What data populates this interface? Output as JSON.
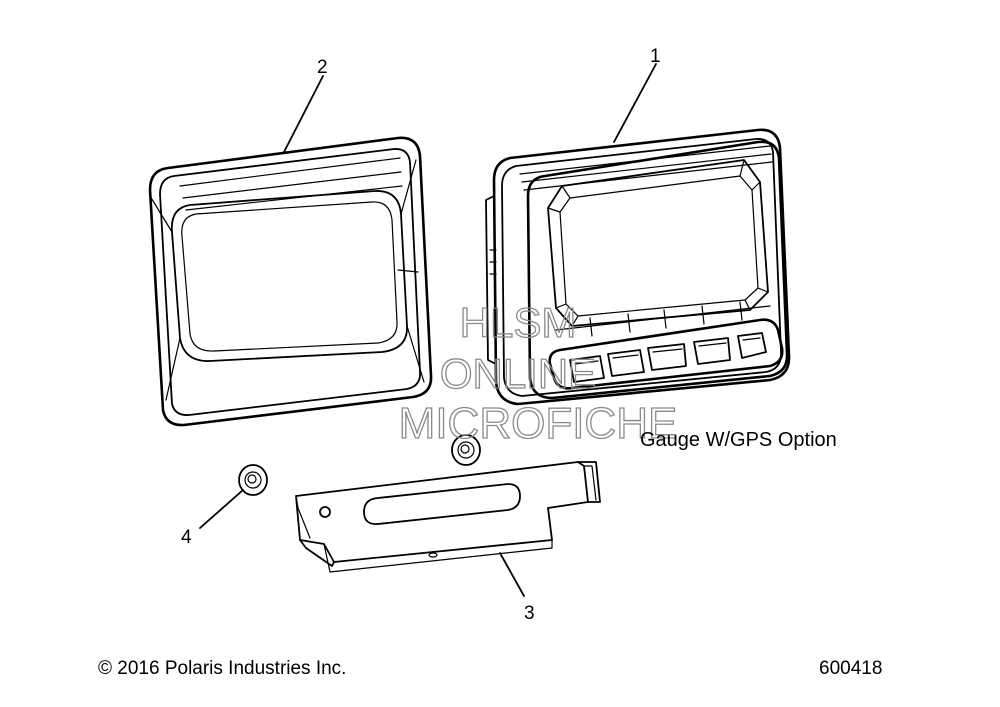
{
  "callouts": [
    {
      "number": "1",
      "part": "gauge"
    },
    {
      "number": "2",
      "part": "gauge-cover"
    },
    {
      "number": "3",
      "part": "mounting-bracket"
    },
    {
      "number": "4",
      "part": "nut"
    }
  ],
  "caption": "Gauge W/GPS Option",
  "watermark": {
    "line1": "HLSM",
    "line2": "ONLINE",
    "line3": "MICROFICHE"
  },
  "footer": {
    "copyright": "© 2016 Polaris Industries Inc.",
    "diagram_number": "600418"
  }
}
